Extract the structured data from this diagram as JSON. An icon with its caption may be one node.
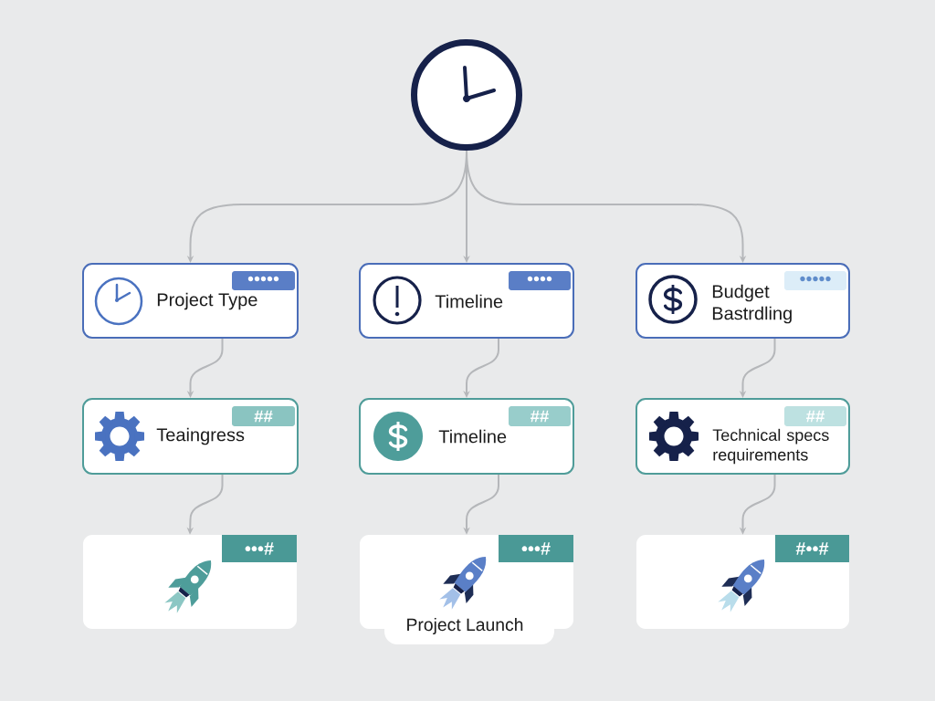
{
  "diagram": {
    "nodes": [
      {
        "text": [],
        "shape": "circle"
      },
      {
        "text": [
          "•••••",
          "Project Type"
        ]
      },
      {
        "text": [
          "••••",
          "Timeline"
        ]
      },
      {
        "text": [
          "•••••",
          "Budget Bastrdling"
        ]
      },
      {
        "text": [
          "##",
          "Teaingress"
        ]
      },
      {
        "text": [
          "##",
          "Timeline"
        ]
      },
      {
        "text": [
          "##",
          "Technical specs requirements"
        ]
      },
      {
        "text": [
          "•••#"
        ]
      },
      {
        "text": [
          "•••#",
          "Project Launch"
        ]
      },
      {
        "text": [
          "#••#"
        ]
      }
    ],
    "edges": [
      {
        "from": 0,
        "to": 1,
        "arrow": "to"
      },
      {
        "from": 0,
        "to": 2,
        "arrow": "to"
      },
      {
        "from": 0,
        "to": 3,
        "arrow": "to"
      },
      {
        "from": 1,
        "to": 4,
        "arrow": "to"
      },
      {
        "from": 2,
        "to": 5,
        "arrow": "to"
      },
      {
        "from": 3,
        "to": 6,
        "arrow": "to"
      },
      {
        "from": 4,
        "to": 7,
        "arrow": "to"
      },
      {
        "from": 5,
        "to": 8,
        "arrow": "to"
      },
      {
        "from": 6,
        "to": 9,
        "arrow": "to"
      }
    ]
  }
}
